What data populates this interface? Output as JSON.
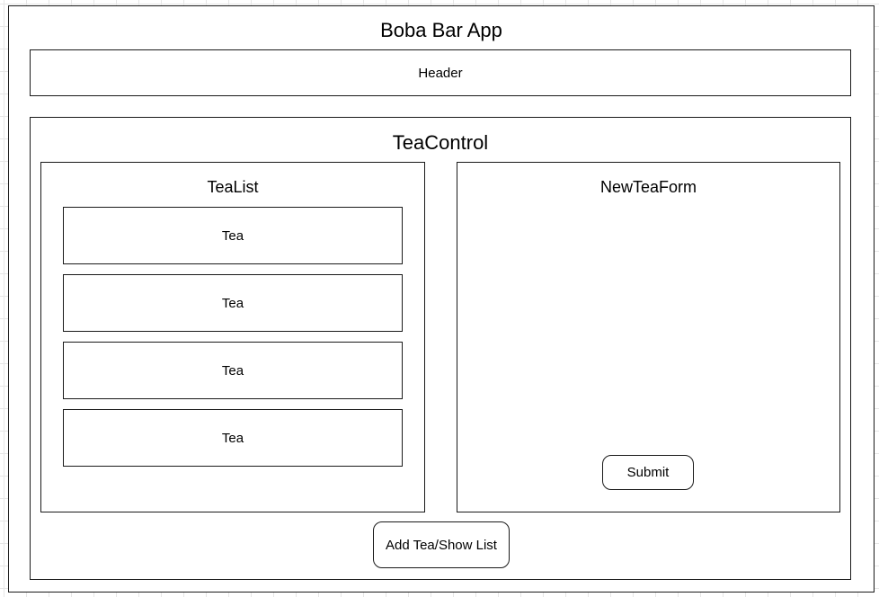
{
  "app": {
    "title": "Boba Bar App"
  },
  "header": {
    "label": "Header"
  },
  "tea_control": {
    "title": "TeaControl",
    "tea_list": {
      "title": "TeaList",
      "items": [
        {
          "label": "Tea"
        },
        {
          "label": "Tea"
        },
        {
          "label": "Tea"
        },
        {
          "label": "Tea"
        }
      ]
    },
    "new_tea_form": {
      "title": "NewTeaForm",
      "submit_label": "Submit"
    },
    "toggle_button_label": "Add Tea/Show List"
  },
  "colors": {
    "stroke": "#1a1a1a",
    "fill": "#ffffff",
    "grid": "#e6e6e6"
  }
}
